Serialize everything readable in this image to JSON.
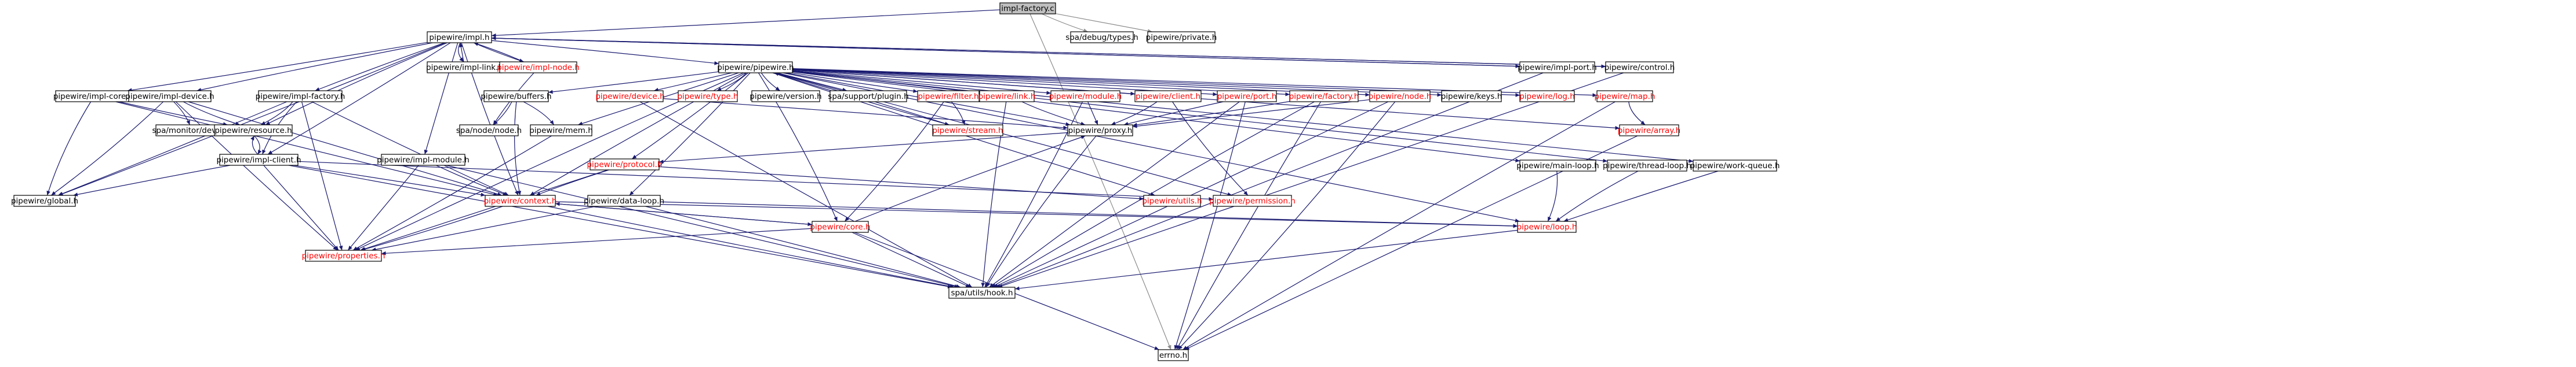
{
  "colors": {
    "edge": "#191970",
    "edge_alt": "#8b8b8b",
    "text_normal": "#000000",
    "text_link": "#ff0000",
    "root_fill": "#bfbfbf"
  },
  "nodes": [
    {
      "id": "impl-factory-c",
      "label": "impl-factory.c",
      "root": true,
      "style": "normal"
    },
    {
      "id": "impl-h",
      "label": "pipewire/impl.h",
      "style": "normal"
    },
    {
      "id": "debugtypes",
      "label": "spa/debug/types.h",
      "style": "normal"
    },
    {
      "id": "private",
      "label": "pipewire/private.h",
      "style": "normal"
    },
    {
      "id": "errno",
      "label": "errno.h",
      "style": "normal"
    },
    {
      "id": "pipewire-h",
      "label": "pipewire/pipewire.h",
      "style": "normal"
    },
    {
      "id": "impl-link",
      "label": "pipewire/impl-link.h",
      "style": "normal"
    },
    {
      "id": "impl-node",
      "label": "pipewire/impl-node.h",
      "style": "link"
    },
    {
      "id": "impl-port",
      "label": "pipewire/impl-port.h",
      "style": "normal"
    },
    {
      "id": "control",
      "label": "pipewire/control.h",
      "style": "normal"
    },
    {
      "id": "impl-core",
      "label": "pipewire/impl-core.h",
      "style": "normal"
    },
    {
      "id": "impl-device",
      "label": "pipewire/impl-device.h",
      "style": "normal"
    },
    {
      "id": "impl-factory",
      "label": "pipewire/impl-factory.h",
      "style": "normal"
    },
    {
      "id": "buffers",
      "label": "pipewire/buffers.h",
      "style": "normal"
    },
    {
      "id": "device",
      "label": "pipewire/device.h",
      "style": "link"
    },
    {
      "id": "type",
      "label": "pipewire/type.h",
      "style": "link"
    },
    {
      "id": "version",
      "label": "pipewire/version.h",
      "style": "normal"
    },
    {
      "id": "plugin",
      "label": "spa/support/plugin.h",
      "style": "normal"
    },
    {
      "id": "filter",
      "label": "pipewire/filter.h",
      "style": "link"
    },
    {
      "id": "link",
      "label": "pipewire/link.h",
      "style": "link"
    },
    {
      "id": "module",
      "label": "pipewire/module.h",
      "style": "link"
    },
    {
      "id": "client",
      "label": "pipewire/client.h",
      "style": "link"
    },
    {
      "id": "port",
      "label": "pipewire/port.h",
      "style": "link"
    },
    {
      "id": "factory",
      "label": "pipewire/factory.h",
      "style": "link"
    },
    {
      "id": "node",
      "label": "pipewire/node.h",
      "style": "link"
    },
    {
      "id": "keys",
      "label": "pipewire/keys.h",
      "style": "normal"
    },
    {
      "id": "log",
      "label": "pipewire/log.h",
      "style": "link"
    },
    {
      "id": "map",
      "label": "pipewire/map.h",
      "style": "link"
    },
    {
      "id": "monitordevice",
      "label": "spa/monitor/device.h",
      "style": "normal"
    },
    {
      "id": "resource",
      "label": "pipewire/resource.h",
      "style": "normal"
    },
    {
      "id": "spanode",
      "label": "spa/node/node.h",
      "style": "normal"
    },
    {
      "id": "mem",
      "label": "pipewire/mem.h",
      "style": "normal"
    },
    {
      "id": "stream",
      "label": "pipewire/stream.h",
      "style": "link"
    },
    {
      "id": "proxy",
      "label": "pipewire/proxy.h",
      "style": "normal"
    },
    {
      "id": "array",
      "label": "pipewire/array.h",
      "style": "link"
    },
    {
      "id": "impl-client",
      "label": "pipewire/impl-client.h",
      "style": "normal"
    },
    {
      "id": "impl-module",
      "label": "pipewire/impl-module.h",
      "style": "normal"
    },
    {
      "id": "protocol",
      "label": "pipewire/protocol.h",
      "style": "link"
    },
    {
      "id": "main-loop",
      "label": "pipewire/main-loop.h",
      "style": "normal"
    },
    {
      "id": "thread-loop",
      "label": "pipewire/thread-loop.h",
      "style": "normal"
    },
    {
      "id": "work-queue",
      "label": "pipewire/work-queue.h",
      "style": "normal"
    },
    {
      "id": "global",
      "label": "pipewire/global.h",
      "style": "normal"
    },
    {
      "id": "context",
      "label": "pipewire/context.h",
      "style": "link"
    },
    {
      "id": "data-loop",
      "label": "pipewire/data-loop.h",
      "style": "normal"
    },
    {
      "id": "utils",
      "label": "pipewire/utils.h",
      "style": "link"
    },
    {
      "id": "permission",
      "label": "pipewire/permission.h",
      "style": "link"
    },
    {
      "id": "loop",
      "label": "pipewire/loop.h",
      "style": "link"
    },
    {
      "id": "core",
      "label": "pipewire/core.h",
      "style": "link"
    },
    {
      "id": "properties",
      "label": "pipewire/properties.h",
      "style": "link"
    },
    {
      "id": "hook",
      "label": "spa/utils/hook.h",
      "style": "normal"
    }
  ],
  "edges": [
    [
      "impl-factory-c",
      "impl-h"
    ],
    [
      "impl-factory-c",
      "debugtypes"
    ],
    [
      "impl-factory-c",
      "private"
    ],
    [
      "impl-factory-c",
      "errno"
    ],
    [
      "impl-h",
      "pipewire-h"
    ],
    [
      "impl-h",
      "impl-link"
    ],
    [
      "impl-h",
      "impl-node"
    ],
    [
      "impl-h",
      "impl-port"
    ],
    [
      "impl-h",
      "control"
    ],
    [
      "impl-h",
      "impl-core"
    ],
    [
      "impl-h",
      "impl-device"
    ],
    [
      "impl-h",
      "impl-factory"
    ],
    [
      "impl-h",
      "impl-module"
    ],
    [
      "impl-h",
      "impl-client"
    ],
    [
      "impl-h",
      "global"
    ],
    [
      "impl-h",
      "resource"
    ],
    [
      "impl-h",
      "context"
    ],
    [
      "impl-link",
      "impl-h"
    ],
    [
      "impl-node",
      "impl-h"
    ],
    [
      "impl-port",
      "impl-h"
    ],
    [
      "control",
      "impl-h"
    ],
    [
      "impl-node",
      "spanode"
    ],
    [
      "impl-port",
      "hook"
    ],
    [
      "control",
      "hook"
    ],
    [
      "pipewire-h",
      "array"
    ],
    [
      "pipewire-h",
      "client"
    ],
    [
      "pipewire-h",
      "context"
    ],
    [
      "pipewire-h",
      "device"
    ],
    [
      "pipewire-h",
      "buffers"
    ],
    [
      "pipewire-h",
      "core"
    ],
    [
      "pipewire-h",
      "factory"
    ],
    [
      "pipewire-h",
      "keys"
    ],
    [
      "pipewire-h",
      "log"
    ],
    [
      "pipewire-h",
      "loop"
    ],
    [
      "pipewire-h",
      "link"
    ],
    [
      "pipewire-h",
      "main-loop"
    ],
    [
      "pipewire-h",
      "map"
    ],
    [
      "pipewire-h",
      "mem"
    ],
    [
      "pipewire-h",
      "module"
    ],
    [
      "pipewire-h",
      "node"
    ],
    [
      "pipewire-h",
      "properties"
    ],
    [
      "pipewire-h",
      "proxy"
    ],
    [
      "pipewire-h",
      "permission"
    ],
    [
      "pipewire-h",
      "protocol"
    ],
    [
      "pipewire-h",
      "port"
    ],
    [
      "pipewire-h",
      "stream"
    ],
    [
      "pipewire-h",
      "filter"
    ],
    [
      "pipewire-h",
      "thread-loop"
    ],
    [
      "pipewire-h",
      "data-loop"
    ],
    [
      "pipewire-h",
      "type"
    ],
    [
      "pipewire-h",
      "utils"
    ],
    [
      "pipewire-h",
      "version"
    ],
    [
      "pipewire-h",
      "plugin"
    ],
    [
      "pipewire-h",
      "work-queue"
    ],
    [
      "stream",
      "pipewire-h"
    ],
    [
      "impl-core",
      "global"
    ],
    [
      "impl-core",
      "resource"
    ],
    [
      "impl-core",
      "context"
    ],
    [
      "impl-device",
      "monitordevice"
    ],
    [
      "impl-device",
      "global"
    ],
    [
      "impl-device",
      "resource"
    ],
    [
      "impl-device",
      "properties"
    ],
    [
      "impl-device",
      "context"
    ],
    [
      "impl-factory",
      "global"
    ],
    [
      "impl-factory",
      "resource"
    ],
    [
      "impl-factory",
      "impl-client"
    ],
    [
      "impl-factory",
      "context"
    ],
    [
      "impl-factory",
      "properties"
    ],
    [
      "buffers",
      "spanode"
    ],
    [
      "buffers",
      "mem"
    ],
    [
      "buffers",
      "context"
    ],
    [
      "device",
      "proxy"
    ],
    [
      "device",
      "hook"
    ],
    [
      "filter",
      "stream"
    ],
    [
      "filter",
      "core"
    ],
    [
      "link",
      "proxy"
    ],
    [
      "link",
      "hook"
    ],
    [
      "module",
      "proxy"
    ],
    [
      "module",
      "hook"
    ],
    [
      "client",
      "proxy"
    ],
    [
      "client",
      "permission"
    ],
    [
      "port",
      "proxy"
    ],
    [
      "port",
      "hook"
    ],
    [
      "port",
      "errno"
    ],
    [
      "factory",
      "proxy"
    ],
    [
      "factory",
      "hook"
    ],
    [
      "factory",
      "errno"
    ],
    [
      "node",
      "proxy"
    ],
    [
      "node",
      "hook"
    ],
    [
      "node",
      "errno"
    ],
    [
      "map",
      "array"
    ],
    [
      "map",
      "errno"
    ],
    [
      "array",
      "errno"
    ],
    [
      "mem",
      "properties"
    ],
    [
      "resource",
      "impl-client"
    ],
    [
      "impl-client",
      "resource"
    ],
    [
      "impl-client",
      "global"
    ],
    [
      "impl-client",
      "properties"
    ],
    [
      "impl-client",
      "context"
    ],
    [
      "impl-client",
      "permission"
    ],
    [
      "impl-client",
      "hook"
    ],
    [
      "impl-module",
      "context"
    ],
    [
      "impl-module",
      "properties"
    ],
    [
      "impl-module",
      "hook"
    ],
    [
      "proxy",
      "protocol"
    ],
    [
      "proxy",
      "hook"
    ],
    [
      "protocol",
      "context"
    ],
    [
      "protocol",
      "properties"
    ],
    [
      "protocol",
      "utils"
    ],
    [
      "main-loop",
      "loop"
    ],
    [
      "thread-loop",
      "loop"
    ],
    [
      "work-queue",
      "loop"
    ],
    [
      "context",
      "core"
    ],
    [
      "context",
      "loop"
    ],
    [
      "context",
      "properties"
    ],
    [
      "context",
      "hook"
    ],
    [
      "data-loop",
      "loop"
    ],
    [
      "data-loop",
      "properties"
    ],
    [
      "data-loop",
      "hook"
    ],
    [
      "core",
      "context"
    ],
    [
      "core",
      "proxy"
    ],
    [
      "core",
      "properties"
    ],
    [
      "core",
      "hook"
    ],
    [
      "core",
      "errno"
    ],
    [
      "loop",
      "hook"
    ]
  ]
}
